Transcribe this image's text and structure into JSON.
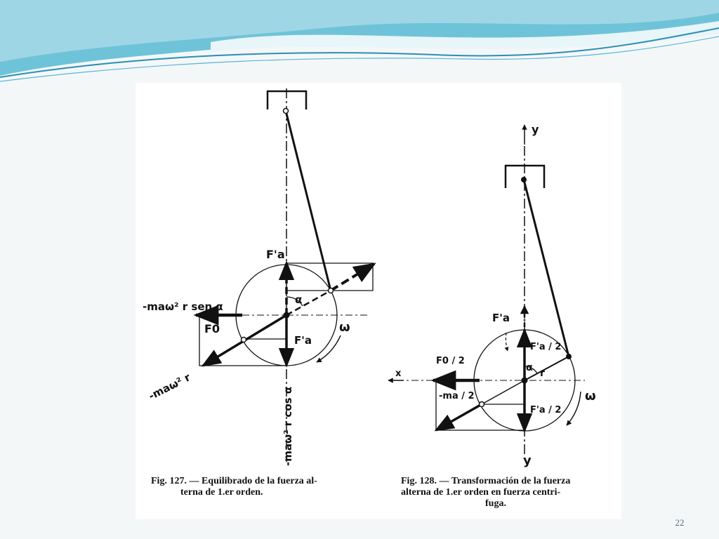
{
  "colors": {
    "wave_main": "#6fc3d8",
    "wave_light": "#b9e3ee",
    "wave_line": "#2a8fb5",
    "background": "#f4f7f8",
    "ink": "#111111"
  },
  "figure127": {
    "labels": {
      "fa_top": "F'a",
      "fa_bottom": "F'a",
      "alpha": "α",
      "omega": "ω",
      "f0": "F0",
      "sen_term": "-maω² r sen α",
      "cos_term": "-maω² r cos α",
      "centrifugal_term": "-maω² r"
    },
    "caption": {
      "line1": "Fig. 127. — Equilibrado de la fuerza al-",
      "line2": "terna de 1.er orden."
    }
  },
  "figure128": {
    "labels": {
      "y_top": "y",
      "y_bottom": "y",
      "x_axis": "x",
      "fa": "F'a",
      "fa_half_top": "F'a / 2",
      "fa_half_bottom": "F'a / 2",
      "f0_half": "F0 / 2",
      "ma_half": "-ma / 2",
      "alpha": "α",
      "r": "r",
      "omega": "ω"
    },
    "caption": {
      "line1": "Fig. 128. — Transformación de la fuerza",
      "line2": "alterna de 1.er orden en fuerza centri-",
      "line3": "fuga."
    }
  },
  "footer": {
    "page_number": "22"
  }
}
